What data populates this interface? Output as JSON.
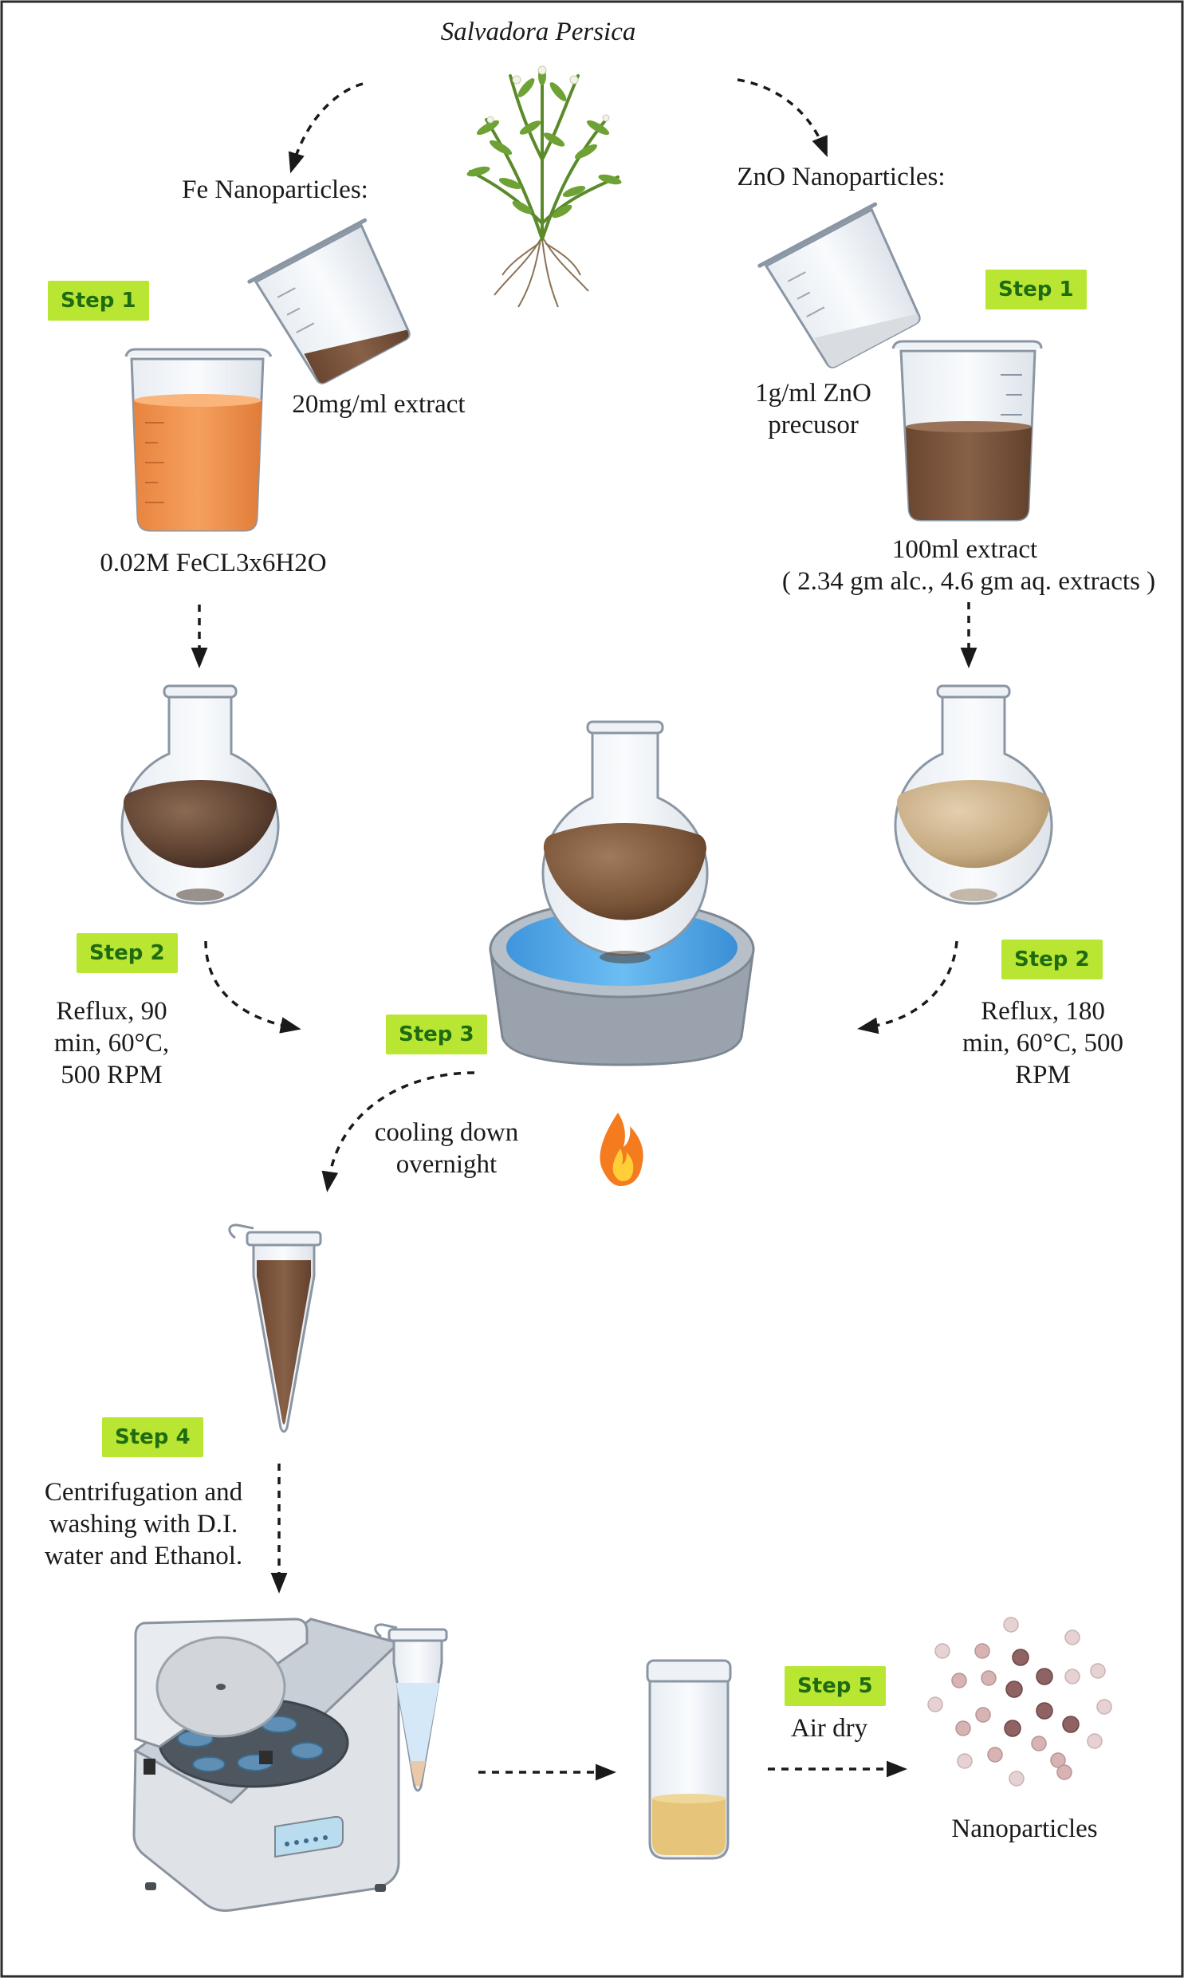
{
  "plant": {
    "name": "Salvadora Persica"
  },
  "fe": {
    "heading": "Fe Nanoparticles:",
    "step1": "Step 1",
    "extract": "20mg/ml extract",
    "salt": "0.02M FeCL3x6H2O",
    "step2": "Step 2",
    "reflux": [
      "Reflux, 90",
      "min, 60°C,",
      "500 RPM"
    ]
  },
  "zno": {
    "heading": "ZnO Nanoparticles:",
    "step1": "Step 1",
    "precursor": [
      "1g/ml ZnO",
      "precusor"
    ],
    "extract": [
      "100ml extract",
      "( 2.34 gm alc., 4.6 gm aq. extracts )"
    ],
    "step2": "Step 2",
    "reflux": [
      "Reflux, 180",
      "min, 60°C, 500",
      "RPM"
    ]
  },
  "step3": {
    "badge": "Step 3",
    "text": [
      "cooling down",
      "overnight"
    ]
  },
  "step4": {
    "badge": "Step 4",
    "text": [
      "Centrifugation and",
      "washing with D.I.",
      "water and Ethanol."
    ]
  },
  "step5": {
    "badge": "Step 5",
    "text": "Air dry"
  },
  "result": {
    "label": "Nanoparticles"
  },
  "colors": {
    "badge_bg": "#b8e632",
    "badge_text": "#1f6b12",
    "fe_liquid": "#f39a5a",
    "brown_liquid": "#7a4f33",
    "zno_flask_liquid": "#c8ad86",
    "bath_water": "#4fa8e8",
    "flame": "#f47c1f"
  }
}
